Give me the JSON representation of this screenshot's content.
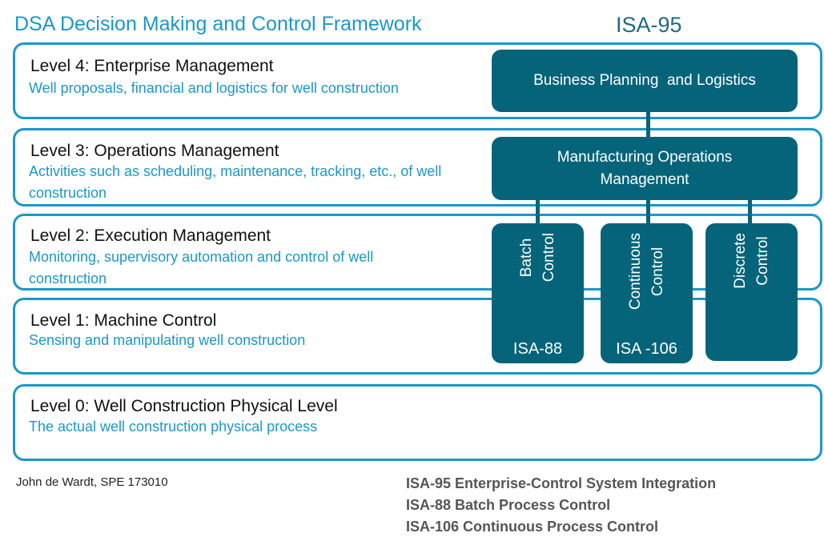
{
  "title": "DSA Decision Making and Control Framework",
  "isa_header": "ISA-95",
  "levels": [
    {
      "title": "Level 4: Enterprise Management",
      "desc": "Well proposals, financial and logistics for well construction"
    },
    {
      "title": "Level 3: Operations Management",
      "desc": "Activities such as scheduling, maintenance, tracking, etc., of well construction"
    },
    {
      "title": "Level 2: Execution Management",
      "desc": "Monitoring, supervisory automation and control of well construction"
    },
    {
      "title": "Level 1: Machine Control",
      "desc": "Sensing and manipulating well construction"
    },
    {
      "title": "Level 0: Well Construction Physical Level",
      "desc": "The actual well construction physical process"
    }
  ],
  "boxes": {
    "business": "Business Planning  and Logistics",
    "manufacturing": "Manufacturing Operations Management",
    "batch": "Batch\nControl",
    "continuous": "Continuous\nControl",
    "discrete": "Discrete\nControl",
    "batch_std": "ISA-88",
    "continuous_std": "ISA -106"
  },
  "credit": "John de Wardt, SPE 173010",
  "legend": [
    "ISA-95 Enterprise-Control System Integration",
    "ISA-88 Batch Process Control",
    "ISA-106 Continuous Process Control"
  ],
  "colors": {
    "accent": "#1a98c8",
    "box": "#05647a"
  }
}
